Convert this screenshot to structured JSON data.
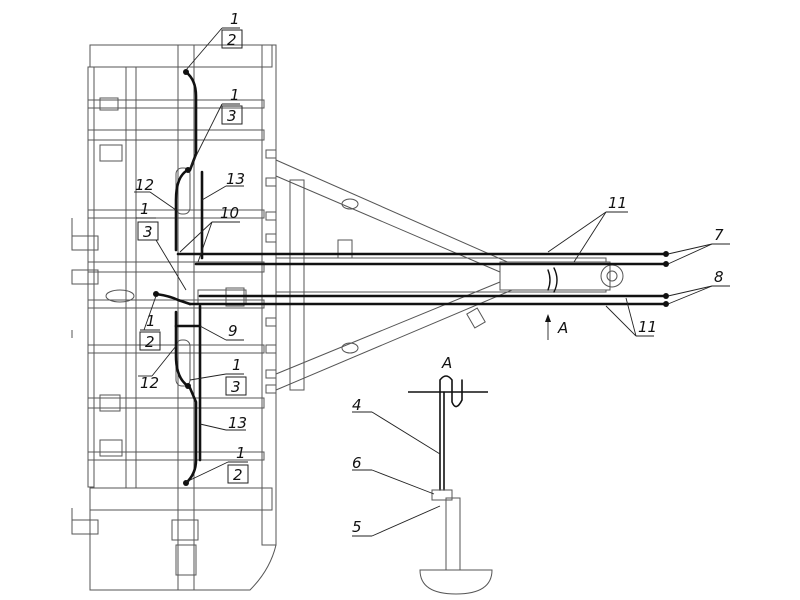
{
  "diagram": {
    "view_marker": "A",
    "section_title": "A",
    "callouts": {
      "c1": "1",
      "c2": "2",
      "c3": "3",
      "c4": "4",
      "c5": "5",
      "c6": "6",
      "c7": "7",
      "c8": "8",
      "c9": "9",
      "c10": "10",
      "c11": "11",
      "c12": "12",
      "c13": "13"
    }
  }
}
